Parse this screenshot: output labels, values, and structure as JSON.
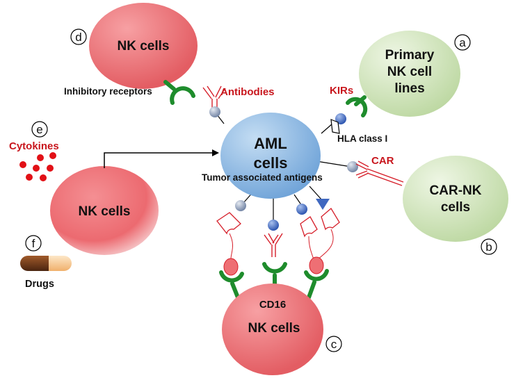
{
  "colors": {
    "nk_cell": "#ee6f74",
    "nk_cell_light": "#f7c2c4",
    "primary_cell": "#d9e8c8",
    "aml_cell": "#8fb9e0",
    "receptor_green": "#1e8c2c",
    "antibody_red": "#d61f2a",
    "antigen_blue": "#3f68c0",
    "antigen_gray": "#8a9cb8",
    "cytokine_red": "#e21016"
  },
  "cells": {
    "top_nk": "NK cells",
    "primary": [
      "Primary",
      "NK cell",
      "lines"
    ],
    "aml": [
      "AML",
      "cells"
    ],
    "car_nk": [
      "CAR-NK",
      "cells"
    ],
    "mid_nk": "NK cells",
    "bottom_nk": "NK cells"
  },
  "labels": {
    "inhibitory": "Inhibitory receptors",
    "antibodies": "Antibodies",
    "kirs": "KIRs",
    "hla": "HLA class I",
    "car": "CAR",
    "tumor_antigens": "Tumor associated antigens",
    "cytokines": "Cytokines",
    "drugs": "Drugs",
    "cd16": "CD16"
  },
  "letters": {
    "a": "a",
    "b": "b",
    "c": "c",
    "d": "d",
    "e": "e",
    "f": "f"
  }
}
